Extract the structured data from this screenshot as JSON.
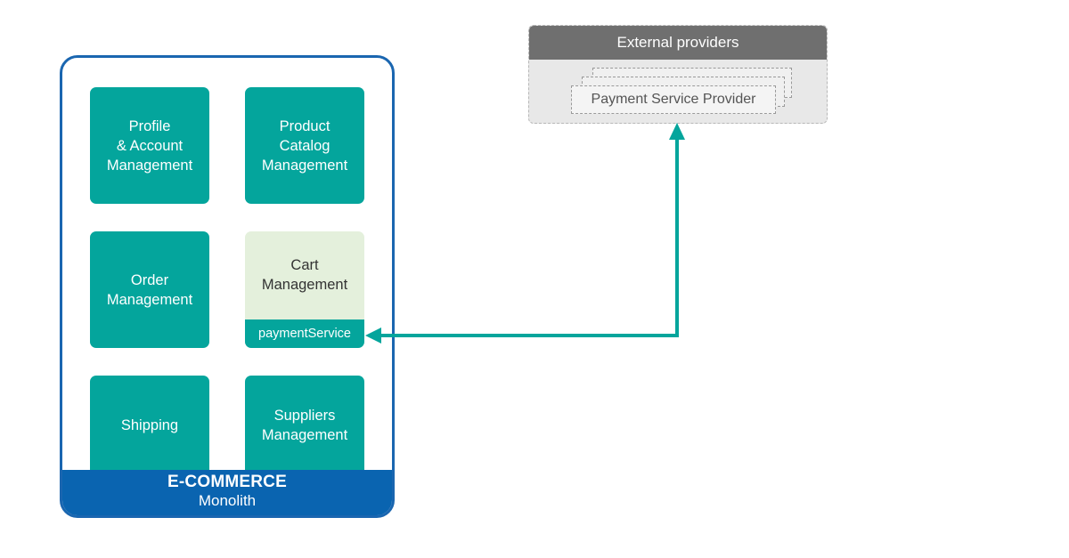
{
  "monolith": {
    "title": "E-COMMERCE",
    "subtitle": "Monolith",
    "colors": {
      "border": "#1a66b0",
      "footer": "#0a64b0",
      "tile": "#04a59c",
      "cart_bg": "#e4f0dc"
    },
    "modules": [
      {
        "label": "Profile\n& Account\nManagement"
      },
      {
        "label": "Product\nCatalog\nManagement"
      },
      {
        "label": "Order\nManagement"
      },
      {
        "label": "Cart\nManagement",
        "service": "paymentService"
      },
      {
        "label": "Shipping"
      },
      {
        "label": "Suppliers\nManagement"
      }
    ]
  },
  "external": {
    "title": "External providers",
    "provider": "Payment Service Provider",
    "colors": {
      "header": "#6f6f6f",
      "panel": "#e8e8e8"
    }
  },
  "connector": {
    "color": "#04a59c",
    "arrowheads": "both"
  }
}
